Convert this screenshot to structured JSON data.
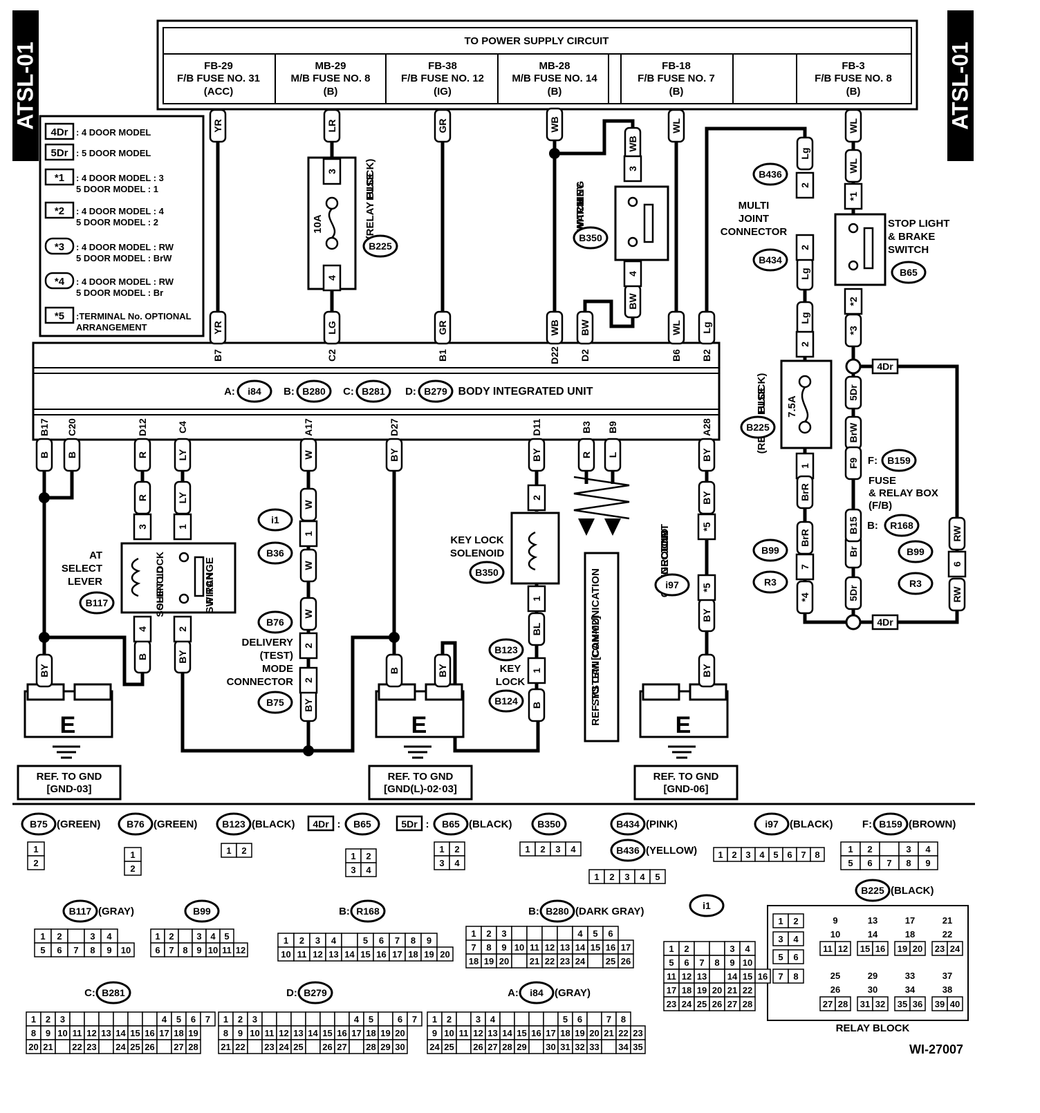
{
  "diagram_code": "ATSL-01",
  "drawing_no": "WI-27007",
  "power_supply": {
    "title": "TO POWER SUPPLY CIRCUIT",
    "fuses": [
      {
        "l1": "FB-29",
        "l2": "F/B FUSE NO. 31",
        "l3": "(ACC)"
      },
      {
        "l1": "MB-29",
        "l2": "M/B FUSE NO. 8",
        "l3": "(B)"
      },
      {
        "l1": "FB-38",
        "l2": "F/B FUSE NO. 12",
        "l3": "(IG)"
      },
      {
        "l1": "MB-28",
        "l2": "M/B FUSE NO. 14",
        "l3": "(B)"
      },
      {
        "l1": "FB-18",
        "l2": "F/B FUSE NO. 7",
        "l3": "(B)"
      },
      {
        "l1": "",
        "l2": "",
        "l3": ""
      },
      {
        "l1": "FB-3",
        "l2": "F/B FUSE NO. 8",
        "l3": "(B)"
      }
    ]
  },
  "legend": [
    {
      "key": "4Dr",
      "lines": [
        ": 4 DOOR MODEL"
      ]
    },
    {
      "key": "5Dr",
      "lines": [
        ": 5 DOOR MODEL"
      ]
    },
    {
      "key": "*1",
      "lines": [
        ": 4 DOOR MODEL  : 3",
        "  5 DOOR MODEL  : 1"
      ]
    },
    {
      "key": "*2",
      "lines": [
        ": 4 DOOR MODEL  : 4",
        "  5 DOOR MODEL  : 2"
      ]
    },
    {
      "key": "*3",
      "lines": [
        ": 4 DOOR MODEL  : RW",
        "  5 DOOR MODEL  : BrW"
      ]
    },
    {
      "key": "*4",
      "lines": [
        ": 4 DOOR MODEL  : RW",
        "  5 DOOR MODEL  : Br"
      ]
    },
    {
      "key": "*5",
      "lines": [
        ":TERMINAL No. OPTIONAL",
        "  ARRANGEMENT"
      ]
    }
  ],
  "biu": {
    "label": "BODY INTEGRATED UNIT",
    "connectors": [
      {
        "p": "A:",
        "id": "i84"
      },
      {
        "p": "B:",
        "id": "B280"
      },
      {
        "p": "C:",
        "id": "B281"
      },
      {
        "p": "D:",
        "id": "B279"
      }
    ],
    "top_pins": [
      "B7",
      "C2",
      "B1",
      "D22",
      "D2",
      "B6",
      "B2"
    ],
    "bottom_pins": [
      "B17",
      "C20",
      "D12",
      "C4",
      "A17",
      "D27",
      "D11",
      "B3",
      "B9",
      "A28"
    ]
  },
  "wires_top": [
    "YR",
    "LR",
    "GR",
    "WB",
    "WL",
    "WL",
    "YR",
    "LG",
    "GR",
    "WB",
    "BW",
    "WL",
    "Lg",
    "WB",
    "BW",
    "Lg",
    "Lg",
    "Lg",
    "WL"
  ],
  "wires_bottom": [
    "B",
    "B",
    "R",
    "LY",
    "W",
    "BY",
    "BY",
    "R",
    "L",
    "BY",
    "R",
    "LY",
    "W",
    "W",
    "W",
    "BY",
    "B",
    "BY",
    "BY",
    "B",
    "BY",
    "BL",
    "B",
    "BY",
    "BY",
    "BY",
    "BrR",
    "BrR",
    "BrW",
    "Br",
    "RW",
    "RW"
  ],
  "components": {
    "fuse_relay_block": [
      "FUSE",
      "(RELAY BLOCK)"
    ],
    "fuse_10a": "10A",
    "fuse_75a": "7.5A",
    "key_warning": [
      "KEY",
      "WARNING",
      "SWITCH"
    ],
    "multi_joint": [
      "MULTI",
      "JOINT",
      "CONNECTOR"
    ],
    "stop_light": [
      "STOP LIGHT",
      "& BRAKE",
      "SWITCH"
    ],
    "at_select": [
      "AT",
      "SELECT",
      "LEVER"
    ],
    "shift_lock": [
      "SHIFT LOCK",
      "SOLENOID"
    ],
    "p_range": [
      "P RANGE",
      "SWITCH"
    ],
    "delivery": [
      "DELIVERY",
      "(TEST)",
      "MODE",
      "CONNECTOR"
    ],
    "key_lock_sol": [
      "KEY LOCK",
      "SOLENOID"
    ],
    "key_lock": [
      "KEY",
      "LOCK"
    ],
    "can_ref": [
      "REF. TO CAN COMMUNICATION",
      "SYSTEM [CAN-02]"
    ],
    "joint_gnd": [
      "JOINT",
      "GROUND",
      "CONNECTOR"
    ],
    "fuse_relay_box": [
      "FUSE",
      "& RELAY BOX",
      "(F/B)"
    ],
    "ground_letter": "E"
  },
  "connector_ids": [
    "B225",
    "B350",
    "B436",
    "B434",
    "B65",
    "B117",
    "i1",
    "B36",
    "B76",
    "B75",
    "B123",
    "B124",
    "B350",
    "i97",
    "B225",
    "B159",
    "R168",
    "B99",
    "R3",
    "B99",
    "R3"
  ],
  "ground_refs": [
    [
      "REF. TO GND",
      "[GND-03]"
    ],
    [
      "REF. TO GND",
      "[GND(L)-02·03]"
    ],
    [
      "REF. TO GND",
      "[GND-06]"
    ]
  ],
  "connector_views": [
    {
      "id": "B75",
      "note": "(GREEN)"
    },
    {
      "id": "B76",
      "note": "(GREEN)"
    },
    {
      "id": "B123",
      "note": "(BLACK)"
    },
    {
      "pre": "4Dr",
      "id": "B65",
      "note": ""
    },
    {
      "pre": "5Dr",
      "id": "B65",
      "note": "(BLACK)"
    },
    {
      "id": "B350",
      "note": ""
    },
    {
      "id": "B434",
      "note": "(PINK)"
    },
    {
      "id": "B436",
      "note": "(YELLOW)"
    },
    {
      "id": "i97",
      "note": "(BLACK)"
    },
    {
      "pre": "F:",
      "id": "B159",
      "note": "(BROWN)"
    },
    {
      "id": "B117",
      "note": "(GRAY)"
    },
    {
      "id": "B99",
      "note": ""
    },
    {
      "pre": "B:",
      "id": "R168",
      "note": ""
    },
    {
      "pre": "B:",
      "id": "B280",
      "note": "(DARK GRAY)"
    },
    {
      "id": "i1",
      "note": ""
    },
    {
      "id": "B225",
      "note": "(BLACK)"
    },
    {
      "pre": "C:",
      "id": "B281",
      "note": ""
    },
    {
      "pre": "D:",
      "id": "B279",
      "note": ""
    },
    {
      "pre": "A:",
      "id": "i84",
      "note": "(GRAY)"
    }
  ],
  "relay_block_label": "RELAY BLOCK",
  "pin_grids": {
    "b75": [
      [
        "1"
      ],
      [
        "2"
      ]
    ],
    "b76": [
      [
        "1"
      ],
      [
        "2"
      ]
    ],
    "b123": [
      [
        "1",
        "2"
      ]
    ],
    "b65": [
      [
        "1",
        "2"
      ],
      [
        "3",
        "4"
      ]
    ],
    "b350": [
      [
        "1",
        "2",
        "3",
        "4"
      ]
    ],
    "b434": [
      [
        "1",
        "2",
        "3",
        "4",
        "5"
      ]
    ],
    "i97": [
      [
        "1",
        "2",
        "3",
        "4",
        "5",
        "6",
        "7",
        "8"
      ]
    ],
    "b159": [
      [
        "1",
        "2",
        "",
        "3",
        "4"
      ],
      [
        "5",
        "6",
        "7",
        "8",
        "9"
      ]
    ],
    "b117": [
      [
        "1",
        "2",
        "",
        "3",
        "4"
      ],
      [
        "5",
        "6",
        "7",
        "8",
        "9",
        "10"
      ]
    ],
    "b99": [
      [
        "1",
        "2",
        "",
        "3",
        "4",
        "5"
      ],
      [
        "6",
        "7",
        "8",
        "9",
        "10",
        "11",
        "12"
      ]
    ],
    "r168": [
      [
        "1",
        "2",
        "3",
        "4",
        "",
        "5",
        "6",
        "7",
        "8",
        "9"
      ],
      [
        "10",
        "11",
        "12",
        "13",
        "14",
        "15",
        "16",
        "17",
        "18",
        "19",
        "20"
      ]
    ],
    "b280": [
      [
        "1",
        "2",
        "3",
        "",
        "",
        "",
        "",
        "4",
        "5",
        "6"
      ],
      [
        "7",
        "8",
        "9",
        "10",
        "11",
        "12",
        "13",
        "14",
        "15",
        "16",
        "17"
      ],
      [
        "18",
        "19",
        "20",
        "",
        "21",
        "22",
        "23",
        "24",
        "",
        "25",
        "26"
      ]
    ],
    "b281": [
      [
        "1",
        "2",
        "3",
        "",
        "",
        "",
        "",
        "",
        "",
        "4",
        "5",
        "6",
        "7"
      ],
      [
        "8",
        "9",
        "10",
        "11",
        "12",
        "13",
        "14",
        "15",
        "16",
        "17",
        "18",
        "19"
      ],
      [
        "20",
        "21",
        "",
        "22",
        "23",
        "",
        "24",
        "25",
        "26",
        "",
        "27",
        "28"
      ]
    ],
    "b279": [
      [
        "1",
        "2",
        "3",
        "",
        "",
        "",
        "",
        "",
        "",
        "4",
        "5",
        "",
        "6",
        "7"
      ],
      [
        "8",
        "9",
        "10",
        "11",
        "12",
        "13",
        "14",
        "15",
        "16",
        "17",
        "18",
        "19",
        "20"
      ],
      [
        "21",
        "22",
        "",
        "23",
        "24",
        "25",
        "",
        "26",
        "27",
        "",
        "28",
        "29",
        "30"
      ]
    ],
    "i84": [
      [
        "1",
        "2",
        "",
        "3",
        "4",
        "",
        "",
        "",
        "",
        "5",
        "6",
        "",
        "7",
        "8"
      ],
      [
        "9",
        "10",
        "11",
        "12",
        "13",
        "14",
        "15",
        "16",
        "17",
        "18",
        "19",
        "20",
        "21",
        "22",
        "23"
      ],
      [
        "24",
        "25",
        "",
        "26",
        "27",
        "28",
        "29",
        "",
        "30",
        "31",
        "32",
        "33",
        "",
        "34",
        "35"
      ]
    ],
    "i1": [
      [
        "1",
        "2",
        "",
        "",
        "3",
        "4"
      ],
      [
        "5",
        "6",
        "7",
        "8",
        "9",
        "10"
      ],
      [
        "11",
        "12",
        "13",
        "",
        "14",
        "15",
        "16"
      ],
      [
        "17",
        "18",
        "19",
        "20",
        "21",
        "22"
      ],
      [
        "23",
        "24",
        "25",
        "26",
        "27",
        "28"
      ]
    ],
    "relay": [
      [
        "1",
        "2",
        "9",
        "13",
        "17",
        "21"
      ],
      [
        "3",
        "4",
        "10",
        "14",
        "18",
        "22"
      ],
      [
        "5",
        "6",
        "11",
        "12",
        "15",
        "16",
        "19",
        "20",
        "23",
        "24"
      ],
      [
        "7",
        "8",
        "25",
        "29",
        "33",
        "37"
      ],
      [
        "26",
        "30",
        "34",
        "38"
      ],
      [
        "27",
        "28",
        "31",
        "32",
        "35",
        "36",
        "39",
        "40"
      ]
    ]
  }
}
